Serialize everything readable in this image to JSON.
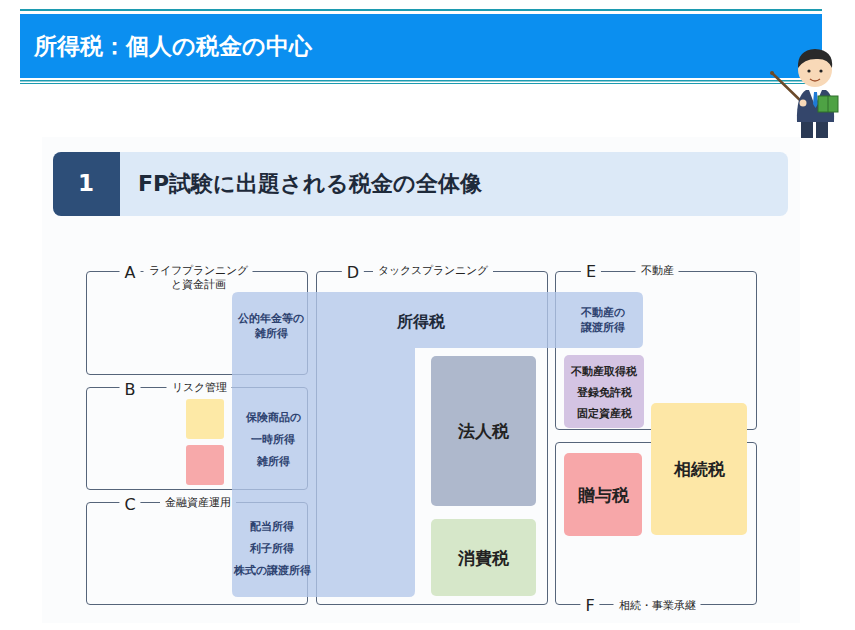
{
  "diagram": {
    "title": "所得税：個人の税金の中心",
    "nodes": [
      {
        "text": [
          "1",
          "FP試験に出題される税金の全体像"
        ]
      },
      {
        "text": [
          "A",
          "ライフプランニング と資金計画"
        ]
      },
      {
        "text": [
          "B",
          "リスク管理"
        ]
      },
      {
        "text": [
          "C",
          "金融資産運用"
        ]
      },
      {
        "text": [
          "D",
          "タックスプランニング"
        ]
      },
      {
        "text": [
          "E",
          "不動産"
        ]
      },
      {
        "text": [
          "F",
          "相続・事業承継"
        ]
      },
      {
        "text": [
          "所得税",
          "公的年金等の 雑所得",
          "保険商品の 一時所得 雑所得",
          "配当所得 利子所得 株式の譲渡所得",
          "不動産の 譲渡所得"
        ]
      },
      {
        "text": [
          "法人税"
        ],
        "in": 4
      },
      {
        "text": [
          "消費税"
        ],
        "in": 4
      },
      {
        "text": [
          "不動産取得税 登録免許税 固定資産税"
        ],
        "in": 5
      },
      {
        "text": [
          "贈与税"
        ],
        "in": 6
      },
      {
        "text": [
          "相続税"
        ]
      }
    ]
  }
}
